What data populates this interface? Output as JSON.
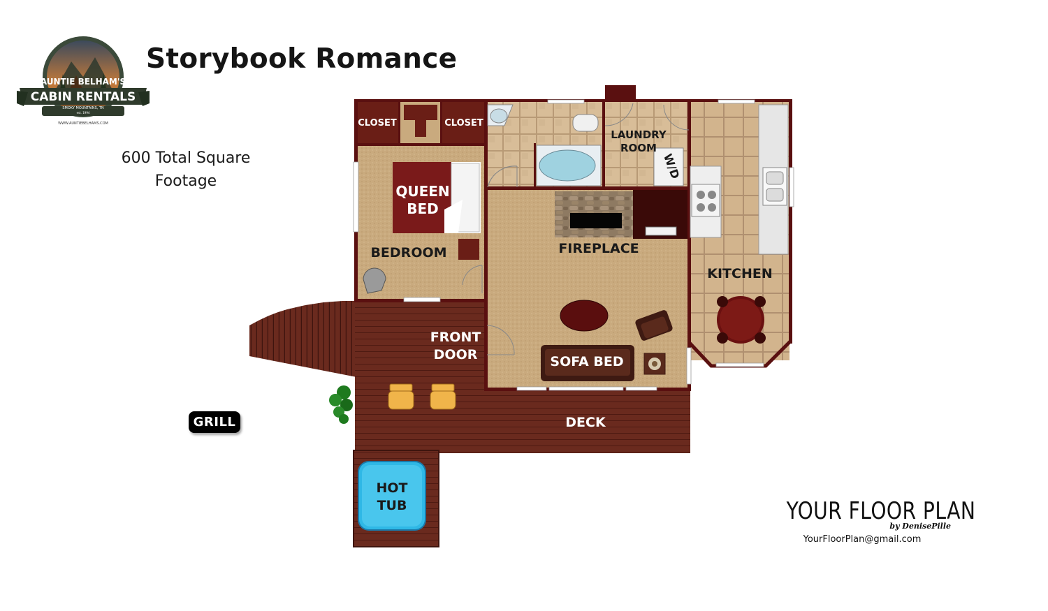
{
  "logo": {
    "line1": "AUNTIE BELHAM'S",
    "line2": "CABIN RENTALS",
    "tagline": "SMOKY MOUNTAINS, TN",
    "est": "est. 1994",
    "website": "WWW.AUNTIEBELHAMS.COM",
    "icon": "cabin-mountain-logo"
  },
  "title": "Storybook Romance",
  "square_footage": "600 Total Square Footage",
  "rooms": {
    "closet_left": "CLOSET",
    "closet_right": "CLOSET",
    "queen_bed_line1": "QUEEN",
    "queen_bed_line2": "BED",
    "bedroom": "BEDROOM",
    "laundry_line1": "LAUNDRY",
    "laundry_line2": "ROOM",
    "washer_dryer": "W/D",
    "fireplace": "FIREPLACE",
    "kitchen": "KITCHEN",
    "front_door_line1": "FRONT",
    "front_door_line2": "DOOR",
    "sofa_bed": "SOFA BED",
    "deck": "DECK",
    "hot_tub_line1": "HOT",
    "hot_tub_line2": "TUB",
    "grill": "GRILL"
  },
  "brand": {
    "name": "YOUR FLOOR PLAN",
    "byline": "by DenisePille",
    "email": "YourFloorPlan@gmail.com"
  },
  "colors": {
    "wall": "#5a1010",
    "floor_wood": "#c9a97a",
    "tile": "#d4b894",
    "deck": "#6e2a1e",
    "bed_red": "#7a1a1a",
    "hot_tub": "#2fb8e6",
    "stone": "#8a7560"
  }
}
